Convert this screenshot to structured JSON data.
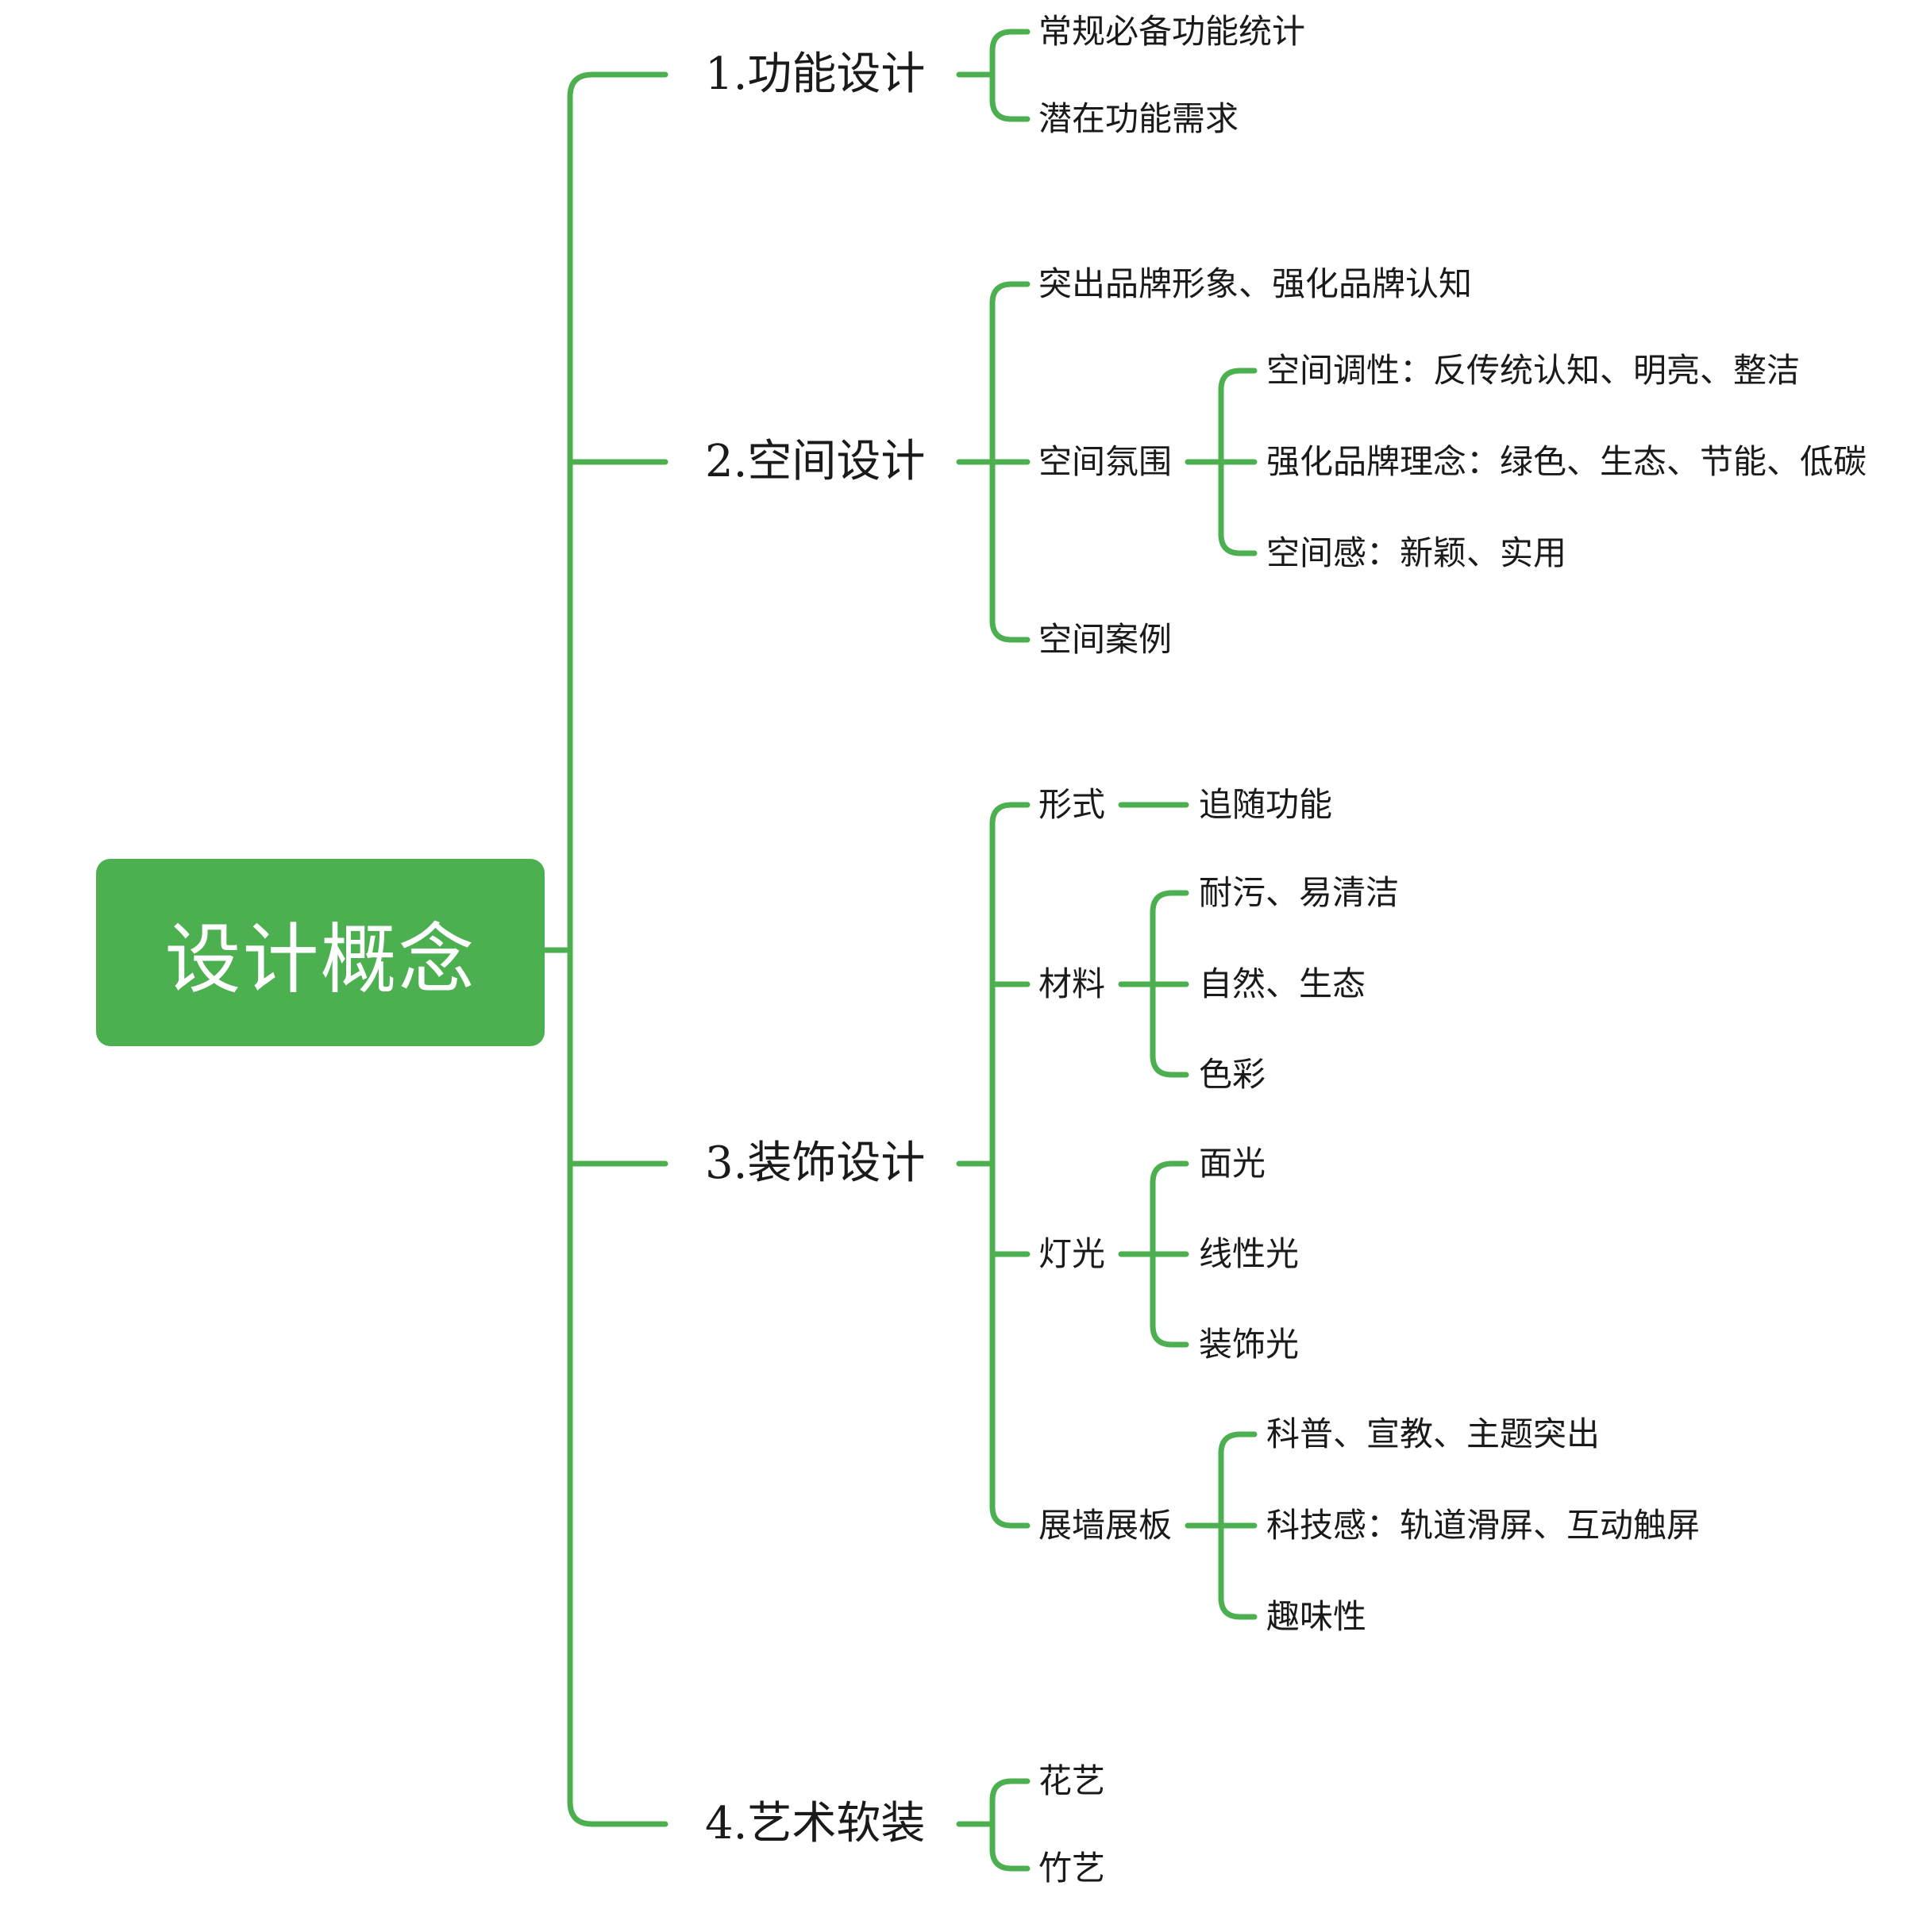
{
  "colors": {
    "branch": "#4caf50",
    "root_fill": "#4caf50",
    "root_text": "#ffffff",
    "text": "#1a1a1a"
  },
  "root": {
    "label": "设计概念"
  },
  "branches": [
    {
      "label": "1.功能设计",
      "children": [
        {
          "label": "常规必备功能统计"
        },
        {
          "label": "潜在功能需求"
        }
      ]
    },
    {
      "label": "2.空间设计",
      "children": [
        {
          "label": "突出品牌形象、强化品牌认知"
        },
        {
          "label": "空间氛围",
          "children": [
            {
              "label": "空间调性：反传统认知、明亮、整洁"
            },
            {
              "label": "强化品牌理念：绿色、生态、节能、低碳"
            },
            {
              "label": "空间感：新颖、实用"
            }
          ]
        },
        {
          "label": "空间案例"
        }
      ]
    },
    {
      "label": "3.装饰设计",
      "children": [
        {
          "label": "形式",
          "children": [
            {
              "label": "追随功能"
            }
          ]
        },
        {
          "label": "材料",
          "children": [
            {
              "label": "耐污、易清洁"
            },
            {
              "label": "自然、生态"
            },
            {
              "label": "色彩"
            }
          ]
        },
        {
          "label": "灯光",
          "children": [
            {
              "label": "面光"
            },
            {
              "label": "线性光"
            },
            {
              "label": "装饰光"
            }
          ]
        },
        {
          "label": "展墙展板",
          "children": [
            {
              "label": "科普、宣教、主题突出"
            },
            {
              "label": "科技感：轨道滑屏、互动触屏"
            },
            {
              "label": "趣味性"
            }
          ]
        }
      ]
    },
    {
      "label": "4.艺术软装",
      "children": [
        {
          "label": "花艺"
        },
        {
          "label": "竹艺"
        }
      ]
    }
  ]
}
